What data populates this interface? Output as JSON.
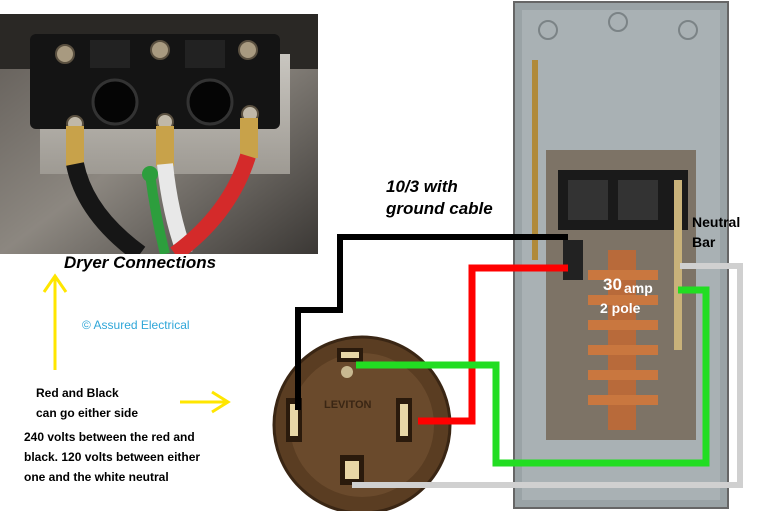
{
  "labels": {
    "dryer_connections": "Dryer Connections",
    "cable": "10/3 with\nground cable",
    "neutral_bar": "Neutral\nBar",
    "amp_30": "30",
    "amp_word": "amp",
    "pole": "2 pole",
    "copyright": "© Assured Electrical",
    "red_black_line1": "Red and Black",
    "red_black_line2": "can go either side",
    "volts_line1": "240 volts between the red and",
    "volts_line2": "black. 120 volts between either",
    "volts_line3": "one and the white neutral",
    "receptacle_brand": "LEVITON"
  },
  "colors": {
    "hot_black": "#000000",
    "hot_red": "#ff0000",
    "ground_green": "#22dd22",
    "neutral_white": "#d0d0d0",
    "arrow_yellow": "#ffe600",
    "copyright_blue": "#2fa6d8",
    "panel_gray": "#9aa3a6",
    "receptacle_brown": "#5a3d22"
  }
}
